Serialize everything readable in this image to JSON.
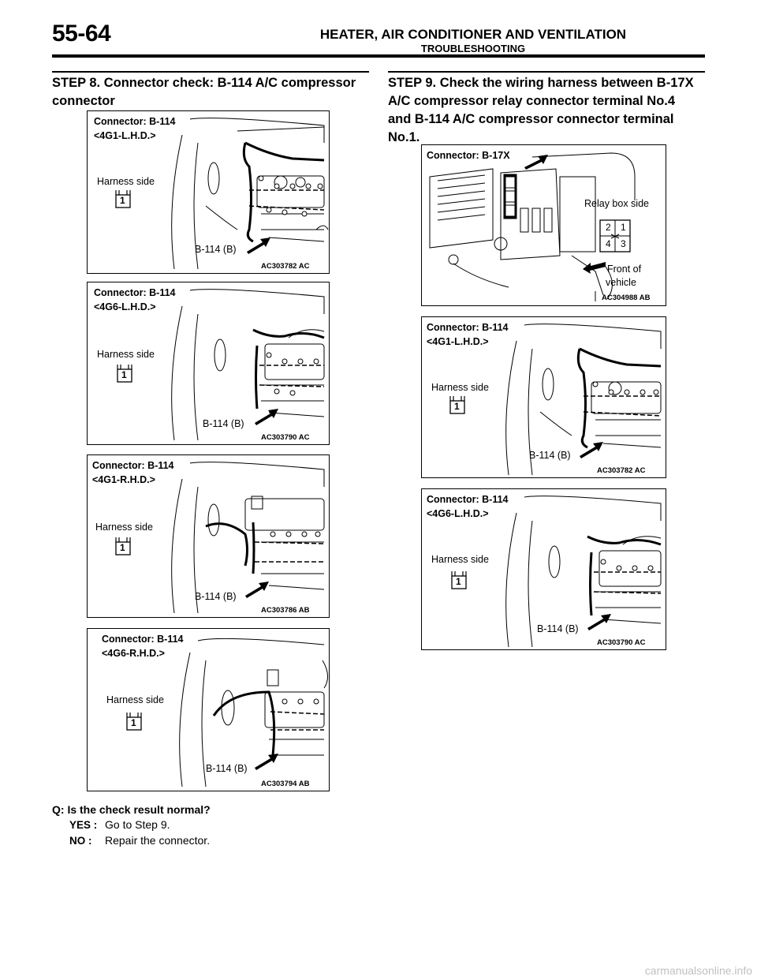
{
  "header": {
    "page_number": "55-64",
    "section_title": "HEATER, AIR CONDITIONER AND VENTILATION",
    "subsection": "TROUBLESHOOTING"
  },
  "step8": {
    "title_line1": "STEP 8. Connector check: B-114 A/C compressor",
    "title_line2": "connector",
    "figures": [
      {
        "connector": "Connector: B-114",
        "variant": "<4G1-L.H.D.>",
        "harness": "Harness side",
        "pin": "1",
        "callout": "B-114 (B)",
        "code": "AC303782 AC"
      },
      {
        "connector": "Connector: B-114",
        "variant": "<4G6-L.H.D.>",
        "harness": "Harness side",
        "pin": "1",
        "callout": "B-114 (B)",
        "code": "AC303790 AC"
      },
      {
        "connector": "Connector: B-114",
        "variant": "<4G1-R.H.D.>",
        "harness": "Harness side",
        "pin": "1",
        "callout": "B-114 (B)",
        "code": "AC303786 AB"
      },
      {
        "connector": "Connector: B-114",
        "variant": "<4G6-R.H.D.>",
        "harness": "Harness side",
        "pin": "1",
        "callout": "B-114 (B)",
        "code": "AC303794 AB"
      }
    ],
    "question": "Q:  Is the check result normal?",
    "yes_label": "YES :",
    "yes_text": "Go to Step 9.",
    "no_label": "NO :",
    "no_text": "Repair the connector."
  },
  "step9": {
    "title_line1": "STEP 9. Check the wiring harness between B-17X",
    "title_line2": "A/C compressor relay connector terminal No.4",
    "title_line3": "and B-114 A/C compressor connector terminal",
    "title_line4": "No.1.",
    "relay_figure": {
      "connector": "Connector: B-17X",
      "relay_box_side": "Relay box side",
      "pins": [
        "2",
        "1",
        "4",
        "3"
      ],
      "front_line1": "Front of",
      "front_line2": "vehicle",
      "code": "AC304988 AB"
    },
    "figures": [
      {
        "connector": "Connector: B-114",
        "variant": "<4G1-L.H.D.>",
        "harness": "Harness side",
        "pin": "1",
        "callout": "B-114 (B)",
        "code": "AC303782 AC"
      },
      {
        "connector": "Connector: B-114",
        "variant": "<4G6-L.H.D.>",
        "harness": "Harness side",
        "pin": "1",
        "callout": "B-114 (B)",
        "code": "AC303790 AC"
      }
    ]
  },
  "watermark": "carmanualsonline.info"
}
